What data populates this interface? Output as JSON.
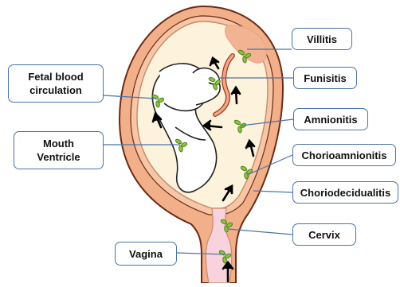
{
  "labels": {
    "villitis": "Villitis",
    "funisitis": "Funisitis",
    "amnionitis": "Amnionitis",
    "chorioamnionitis": "Chorioamnionitis",
    "choriodecidualitis": "Choriodecidualitis",
    "cervix": "Cervix",
    "vagina": "Vagina",
    "fetal_blood_circulation": "Fetal blood\ncirculation",
    "mouth_ventricle": "Mouth\nVentricle"
  },
  "colors": {
    "label_border": "#4a73a8",
    "connector_line": "#4a73a8",
    "uterine_wall": "#f2b08a",
    "wall_outline": "#6b2a14",
    "amniotic_cavity": "#fdf3dd",
    "placenta": "#f2b393",
    "cervical_canal": "#f8d3dd",
    "bacteria": "#8cc63f",
    "arrow": "#000000"
  }
}
